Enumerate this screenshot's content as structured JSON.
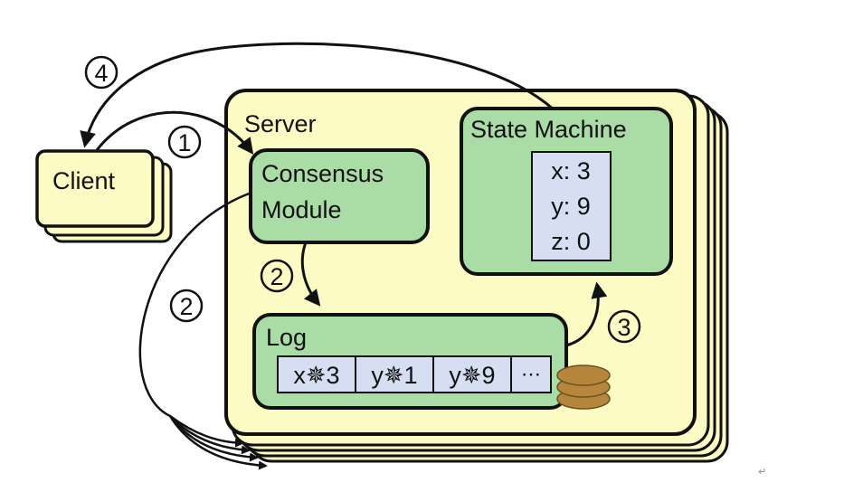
{
  "diagram": {
    "client": {
      "label": "Client"
    },
    "server": {
      "label": "Server",
      "consensus_module": {
        "line1": "Consensus",
        "line2": "Module"
      },
      "state_machine": {
        "label": "State Machine",
        "entries": [
          "x: 3",
          "y: 9",
          "z: 0"
        ]
      },
      "log": {
        "label": "Log",
        "entries": [
          "x✵3",
          "y✵1",
          "y✵9",
          "⋯"
        ]
      }
    },
    "steps": [
      "1",
      "2",
      "2",
      "3",
      "4"
    ],
    "colors": {
      "yellow_box": "#fdfbc4",
      "green_box": "#aadca5",
      "blue_cell": "#d5dff1",
      "disk": "#b5863c",
      "stroke": "#111111"
    }
  },
  "footer_mark": "↵"
}
